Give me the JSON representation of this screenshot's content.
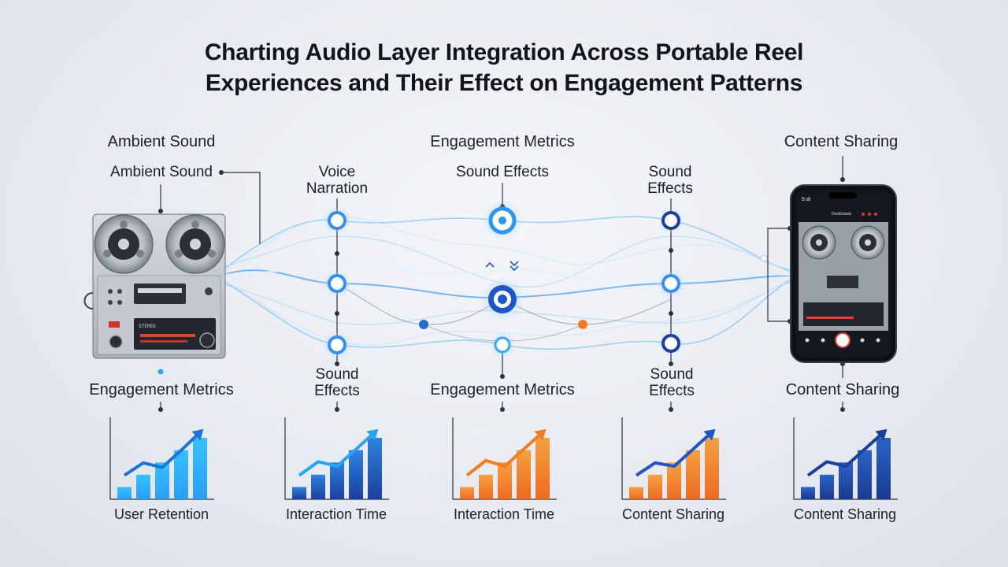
{
  "title_line1": "Charting Audio Layer Integration Across Portable Reel",
  "title_line2": "Experiences and Their Effect on Engagement Patterns",
  "top_headers": {
    "left": "Ambient Sound",
    "center": "Engagement Metrics",
    "right": "Content Sharing"
  },
  "node_labels_top": {
    "ambient": "Ambient Sound",
    "voice": "Voice Narration",
    "center": "Sound Effects",
    "right": "Sound Effects"
  },
  "bottom_headers": {
    "left": "Engagement Metrics",
    "voice": "Sound Effects",
    "center": "Engagement Metrics",
    "right": "Sound Effects",
    "far_right": "Content Sharing"
  },
  "phone_status": "5:al",
  "phone_app_title": "Deskhdads",
  "deck_display": "STEREO",
  "colors": {
    "blue_light": "#2fa8f2",
    "blue_mid": "#1f6fd1",
    "blue_dark": "#1a3f9a",
    "orange": "#f07c24",
    "node_ring": "#3a8ef0"
  },
  "chart_data": [
    {
      "type": "bar",
      "caption": "User Retention",
      "values": [
        1,
        2,
        3,
        4,
        5
      ],
      "trend": [
        1.0,
        2.1,
        1.7,
        3.2,
        4.8
      ],
      "palette": "light-blue"
    },
    {
      "type": "bar",
      "caption": "Interaction Time",
      "values": [
        1,
        2,
        3,
        4,
        5
      ],
      "trend": [
        1.0,
        2.2,
        1.8,
        3.3,
        4.8
      ],
      "palette": "blue-gradient"
    },
    {
      "type": "bar",
      "caption": "Interaction Time",
      "values": [
        1,
        2,
        3,
        4,
        5
      ],
      "trend": [
        1.0,
        2.3,
        1.8,
        3.3,
        4.8
      ],
      "palette": "orange"
    },
    {
      "type": "bar",
      "caption": "Content Sharing",
      "values": [
        1,
        2,
        3,
        4,
        5
      ],
      "trend": [
        1.0,
        2.1,
        1.8,
        3.3,
        4.8
      ],
      "palette": "orange-blue"
    },
    {
      "type": "bar",
      "caption": "Content Sharing",
      "values": [
        1,
        2,
        3,
        4,
        5
      ],
      "trend": [
        1.0,
        2.2,
        1.8,
        3.3,
        4.8
      ],
      "palette": "dark-blue"
    }
  ]
}
